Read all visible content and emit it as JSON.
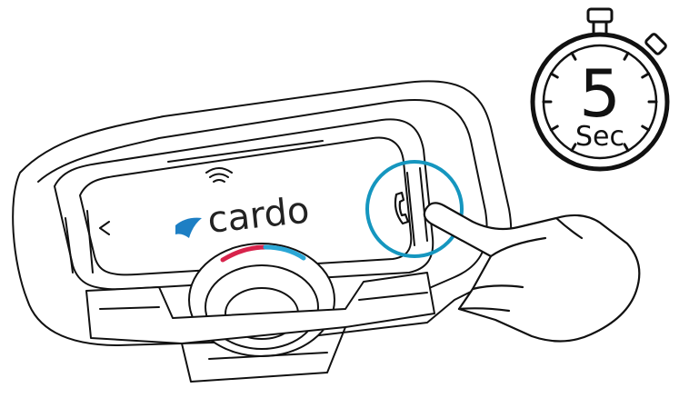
{
  "device": {
    "brand": "cardo",
    "accent_red": "#d7234b",
    "accent_blue": "#2aa7d6",
    "logo_color": "#1d7fc4"
  },
  "highlight": {
    "color": "#1596bf",
    "target": "phone button"
  },
  "timer": {
    "number": "5",
    "unit": "Sec"
  },
  "icons": [
    "wifi-icon",
    "phone-icon",
    "chevron-left-icon",
    "cardo-logo-icon",
    "hand-icon",
    "stopwatch-icon"
  ]
}
